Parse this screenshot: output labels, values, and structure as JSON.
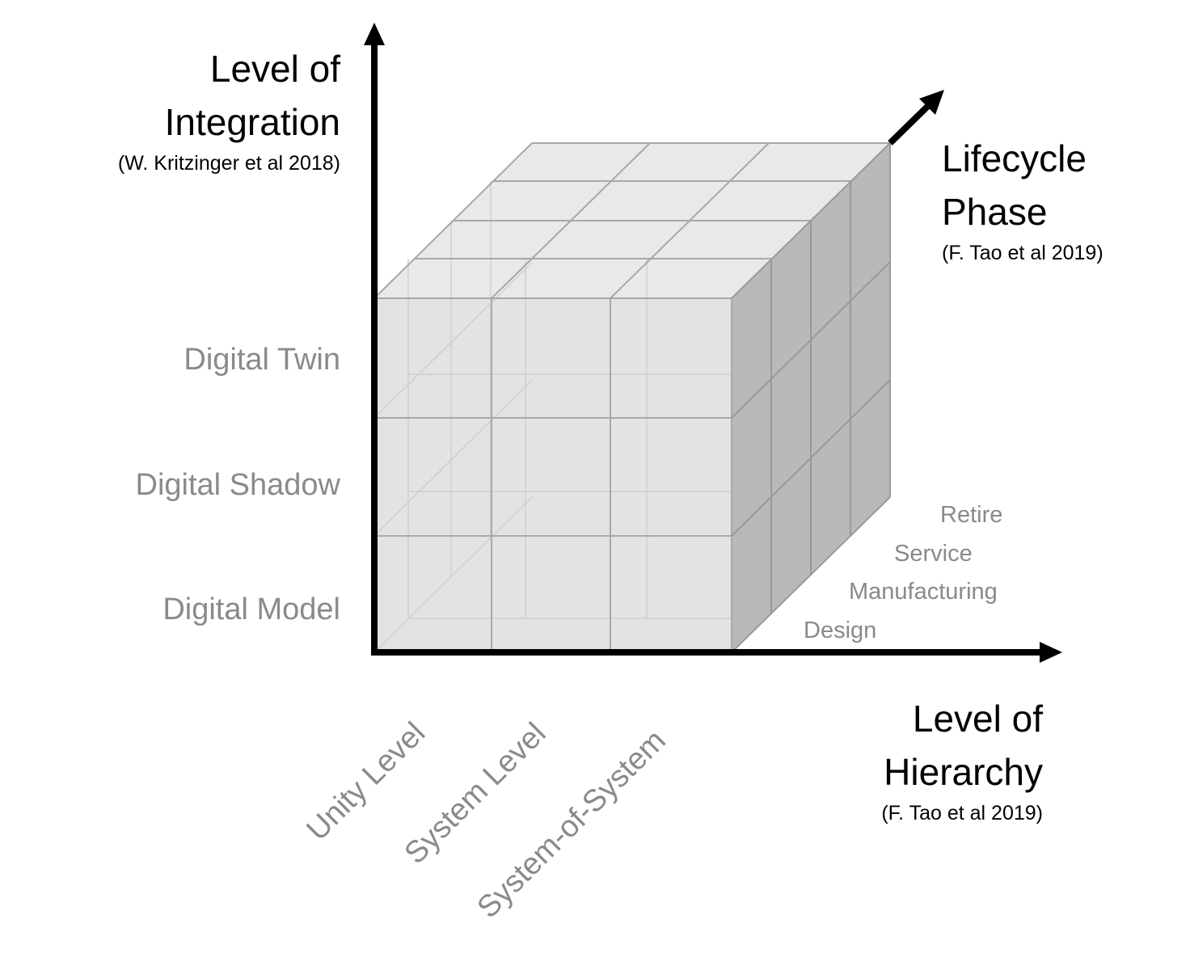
{
  "integration_axis": {
    "title_line1": "Level of",
    "title_line2": "Integration",
    "reference": "(W. Kritzinger et al 2018)",
    "levels": [
      "Digital Model",
      "Digital Shadow",
      "Digital Twin"
    ]
  },
  "hierarchy_axis": {
    "title_line1": "Level of",
    "title_line2": "Hierarchy",
    "reference": "(F. Tao et al 2019)",
    "levels": [
      "Unity Level",
      "System Level",
      "System-of-System"
    ]
  },
  "lifecycle_axis": {
    "title_line1": "Lifecycle",
    "title_line2": "Phase",
    "reference": "(F. Tao et al 2019)",
    "phases": [
      "Design",
      "Manufacturing",
      "Service",
      "Retire"
    ]
  },
  "colors": {
    "axis": "#000000",
    "category_text": "#8a8a8a",
    "cube_front": "#e3e3e3",
    "cube_top": "#e8e8e8",
    "cube_side": "#b8b8b8",
    "grid_line": "#a8a8a8"
  }
}
